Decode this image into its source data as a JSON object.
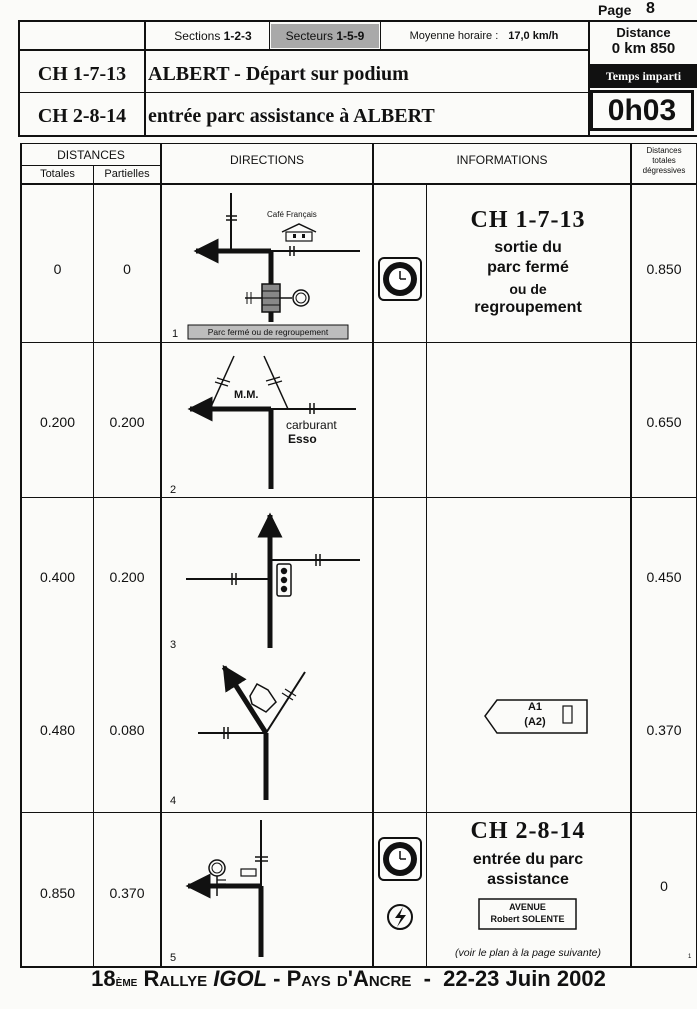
{
  "header": {
    "page_label": "Page",
    "page_number": "8",
    "sections_label": "Sections",
    "sections_value": "1-2-3",
    "secteurs_label": "Secteurs",
    "secteurs_value": "1-5-9",
    "moyenne_label": "Moyenne horaire :",
    "moyenne_value": "17,0 km/h",
    "distance_label": "Distance",
    "distance_value": "0 km 850",
    "temps_label": "Temps imparti",
    "temps_value": "0h03",
    "start_ch": "CH 1-7-13",
    "start_title": "ALBERT - Départ sur podium",
    "end_ch": "CH 2-8-14",
    "end_title": "entrée parc assistance à ALBERT"
  },
  "table": {
    "col_distances": "DISTANCES",
    "col_totales": "Totales",
    "col_partielles": "Partielles",
    "col_directions": "DIRECTIONS",
    "col_informations": "INFORMATIONS",
    "col_degressives": [
      "Distances",
      "totales",
      "dégressives"
    ],
    "rows": [
      {
        "num": "1",
        "totale": "0",
        "partielle": "0",
        "degressive": "0.850"
      },
      {
        "num": "2",
        "totale": "0.200",
        "partielle": "0.200",
        "degressive": "0.650"
      },
      {
        "num": "3",
        "totale": "0.400",
        "partielle": "0.200",
        "degressive": "0.450"
      },
      {
        "num": "4",
        "totale": "0.480",
        "partielle": "0.080",
        "degressive": "0.370"
      },
      {
        "num": "5",
        "totale": "0.850",
        "partielle": "0.370",
        "degressive": "0"
      }
    ]
  },
  "row1": {
    "cafe": "Café Français",
    "parc_label": "Parc fermé ou de regroupement",
    "info_ch": "CH 1-7-13",
    "info_lines": [
      "sortie du",
      "parc fermé",
      "ou de",
      "regroupement"
    ]
  },
  "row2": {
    "mm": "M.M.",
    "carburant": "carburant",
    "esso": "Esso"
  },
  "row4": {
    "sign_a1": "A1",
    "sign_a2": "(A2)"
  },
  "row5": {
    "info_ch": "CH 2-8-14",
    "info_lines": [
      "entrée du parc",
      "assistance"
    ],
    "avenue": "AVENUE",
    "avenue_name": "Robert SOLENTE",
    "note": "(voir le plan à la page suivante)",
    "corner": "1"
  },
  "footer": {
    "num": "18",
    "eme": "ème",
    "rallye": "Rallye",
    "igol": "IGOL",
    "pays": "Pays d'Ancre",
    "sep": "-",
    "dates": "22-23 Juin 2002"
  }
}
